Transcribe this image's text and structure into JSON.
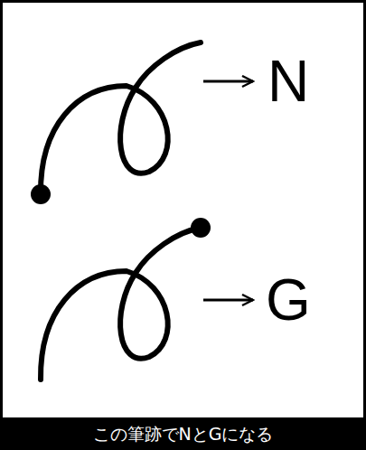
{
  "diagram": {
    "caption": "この筆跡でNとGになる",
    "labels": [
      "N",
      "G"
    ]
  }
}
